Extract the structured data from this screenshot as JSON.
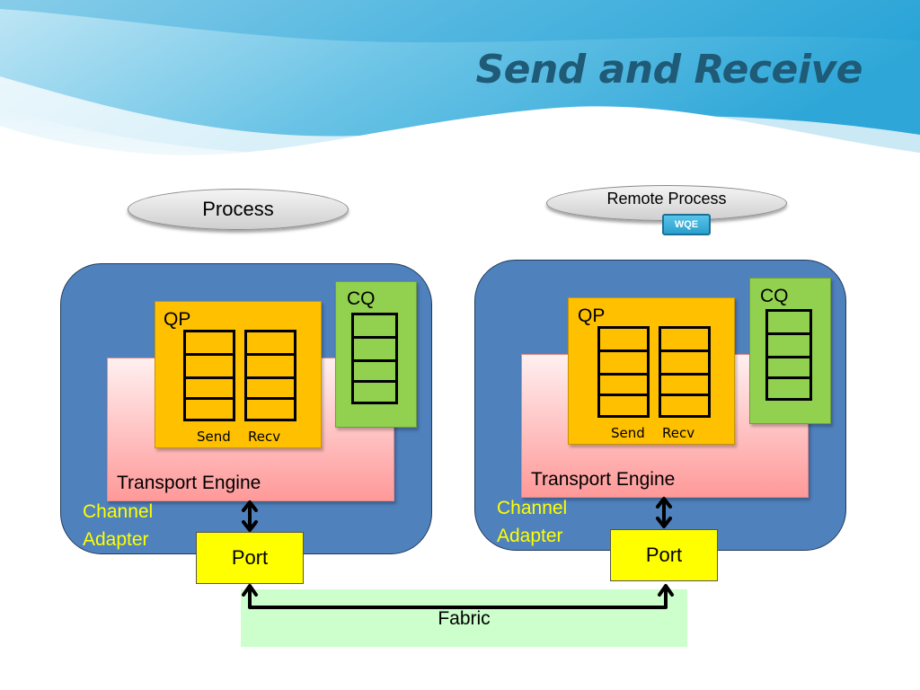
{
  "title": "Send and Receive",
  "local": {
    "process_label": "Process",
    "cq_label": "CQ",
    "qp_label": "QP",
    "send_label": "Send",
    "recv_label": "Recv",
    "transport_label": "Transport Engine",
    "channel_adapter_line1": "Channel",
    "channel_adapter_line2": "Adapter",
    "port_label": "Port"
  },
  "remote": {
    "process_label": "Remote Process",
    "wqe_label": "WQE",
    "cq_label": "CQ",
    "qp_label": "QP",
    "send_label": "Send",
    "recv_label": "Recv",
    "transport_label": "Transport Engine",
    "channel_adapter_line1": "Channel",
    "channel_adapter_line2": "Adapter",
    "port_label": "Port"
  },
  "fabric_label": "Fabric",
  "colors": {
    "title": "#1f5a77",
    "node": "#4f81bd",
    "queue_pair": "#ffc000",
    "completion_queue": "#92d050",
    "transport_engine": "#ff9999",
    "port": "#ffff00",
    "fabric": "#ccffcc",
    "channel_adapter_text": "#ffff00"
  }
}
